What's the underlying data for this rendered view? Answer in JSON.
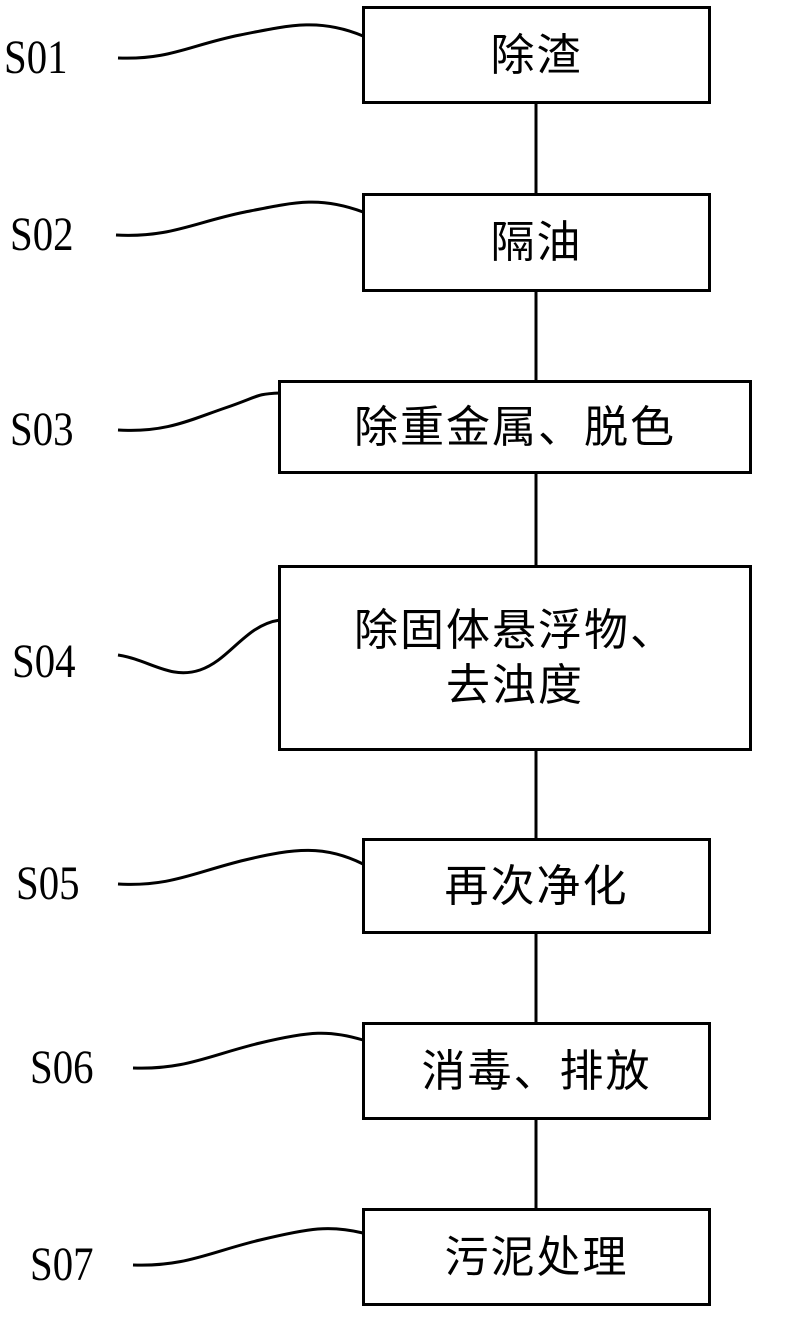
{
  "steps": [
    {
      "id": "S01",
      "text": "除渣"
    },
    {
      "id": "S02",
      "text": "隔油"
    },
    {
      "id": "S03",
      "text": "除重金属、脱色"
    },
    {
      "id": "S04",
      "text": "除固体悬浮物、\n去浊度"
    },
    {
      "id": "S05",
      "text": "再次净化"
    },
    {
      "id": "S06",
      "text": "消毒、排放"
    },
    {
      "id": "S07",
      "text": "污泥处理"
    }
  ]
}
